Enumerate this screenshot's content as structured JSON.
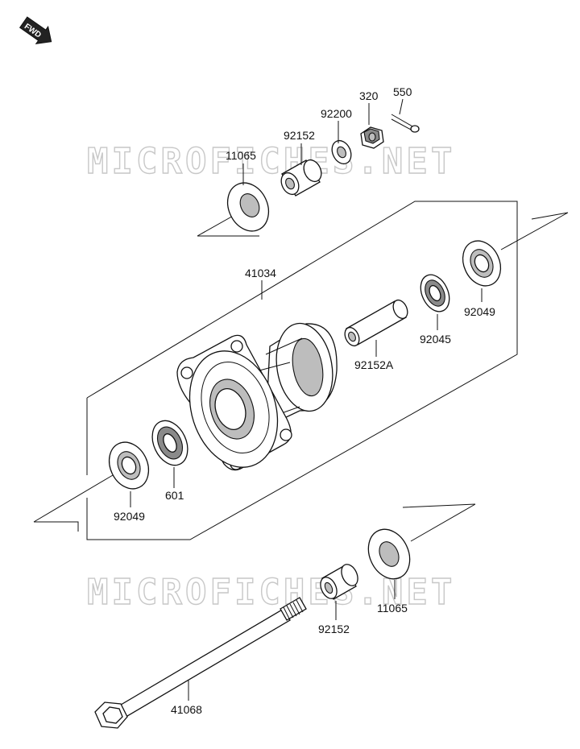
{
  "fwd_badge": "FWD",
  "watermark": "MICROFICHES.NET",
  "parts": [
    {
      "id": "p11065_top",
      "number": "11065"
    },
    {
      "id": "p92152_top",
      "number": "92152"
    },
    {
      "id": "p92200",
      "number": "92200"
    },
    {
      "id": "p320",
      "number": "320"
    },
    {
      "id": "p550",
      "number": "550"
    },
    {
      "id": "p41034",
      "number": "41034"
    },
    {
      "id": "p92049_right",
      "number": "92049"
    },
    {
      "id": "p92045",
      "number": "92045"
    },
    {
      "id": "p92152A",
      "number": "92152A"
    },
    {
      "id": "p601",
      "number": "601"
    },
    {
      "id": "p92049_left",
      "number": "92049"
    },
    {
      "id": "p11065_bottom",
      "number": "11065"
    },
    {
      "id": "p92152_bottom",
      "number": "92152"
    },
    {
      "id": "p41068",
      "number": "41068"
    }
  ]
}
